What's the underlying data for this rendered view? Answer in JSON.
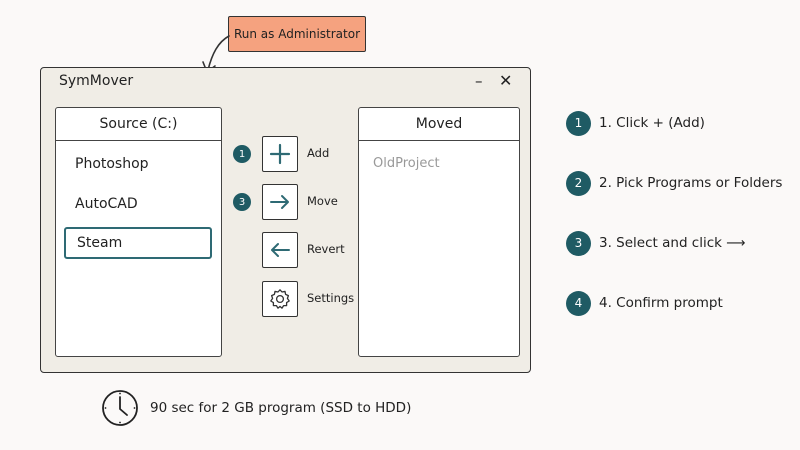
{
  "callout": {
    "label": "Run as Administrator"
  },
  "window": {
    "title": "SymMover",
    "minimize_glyph": "–",
    "close_glyph": "✕"
  },
  "source_panel": {
    "header": "Source (C:)",
    "items": [
      {
        "label": "Photoshop",
        "selected": false
      },
      {
        "label": "AutoCAD",
        "selected": false
      },
      {
        "label": "Steam",
        "selected": true
      }
    ]
  },
  "moved_panel": {
    "header": "Moved",
    "items": [
      {
        "label": "OldProject"
      }
    ]
  },
  "actions": [
    {
      "label": "Add",
      "icon": "plus-icon",
      "badge": "1"
    },
    {
      "label": "Move",
      "icon": "arrow-right-icon",
      "badge": "3"
    },
    {
      "label": "Revert",
      "icon": "arrow-left-icon"
    },
    {
      "label": "Settings",
      "icon": "gear-icon"
    }
  ],
  "steps": [
    {
      "num": "1",
      "text": "1. Click + (Add)"
    },
    {
      "num": "2",
      "text": "2. Pick Programs or Folders"
    },
    {
      "num": "3",
      "text": "3. Select and click ⟶"
    },
    {
      "num": "4",
      "text": "4. Confirm prompt"
    }
  ],
  "footer": {
    "icon": "clock-icon",
    "text": "90 sec for 2 GB program (SSD to HDD)"
  },
  "colors": {
    "accent": "#1f5b64",
    "callout": "#f5a27f",
    "window_bg": "#f0ede6",
    "page_bg": "#fbf9f8"
  }
}
